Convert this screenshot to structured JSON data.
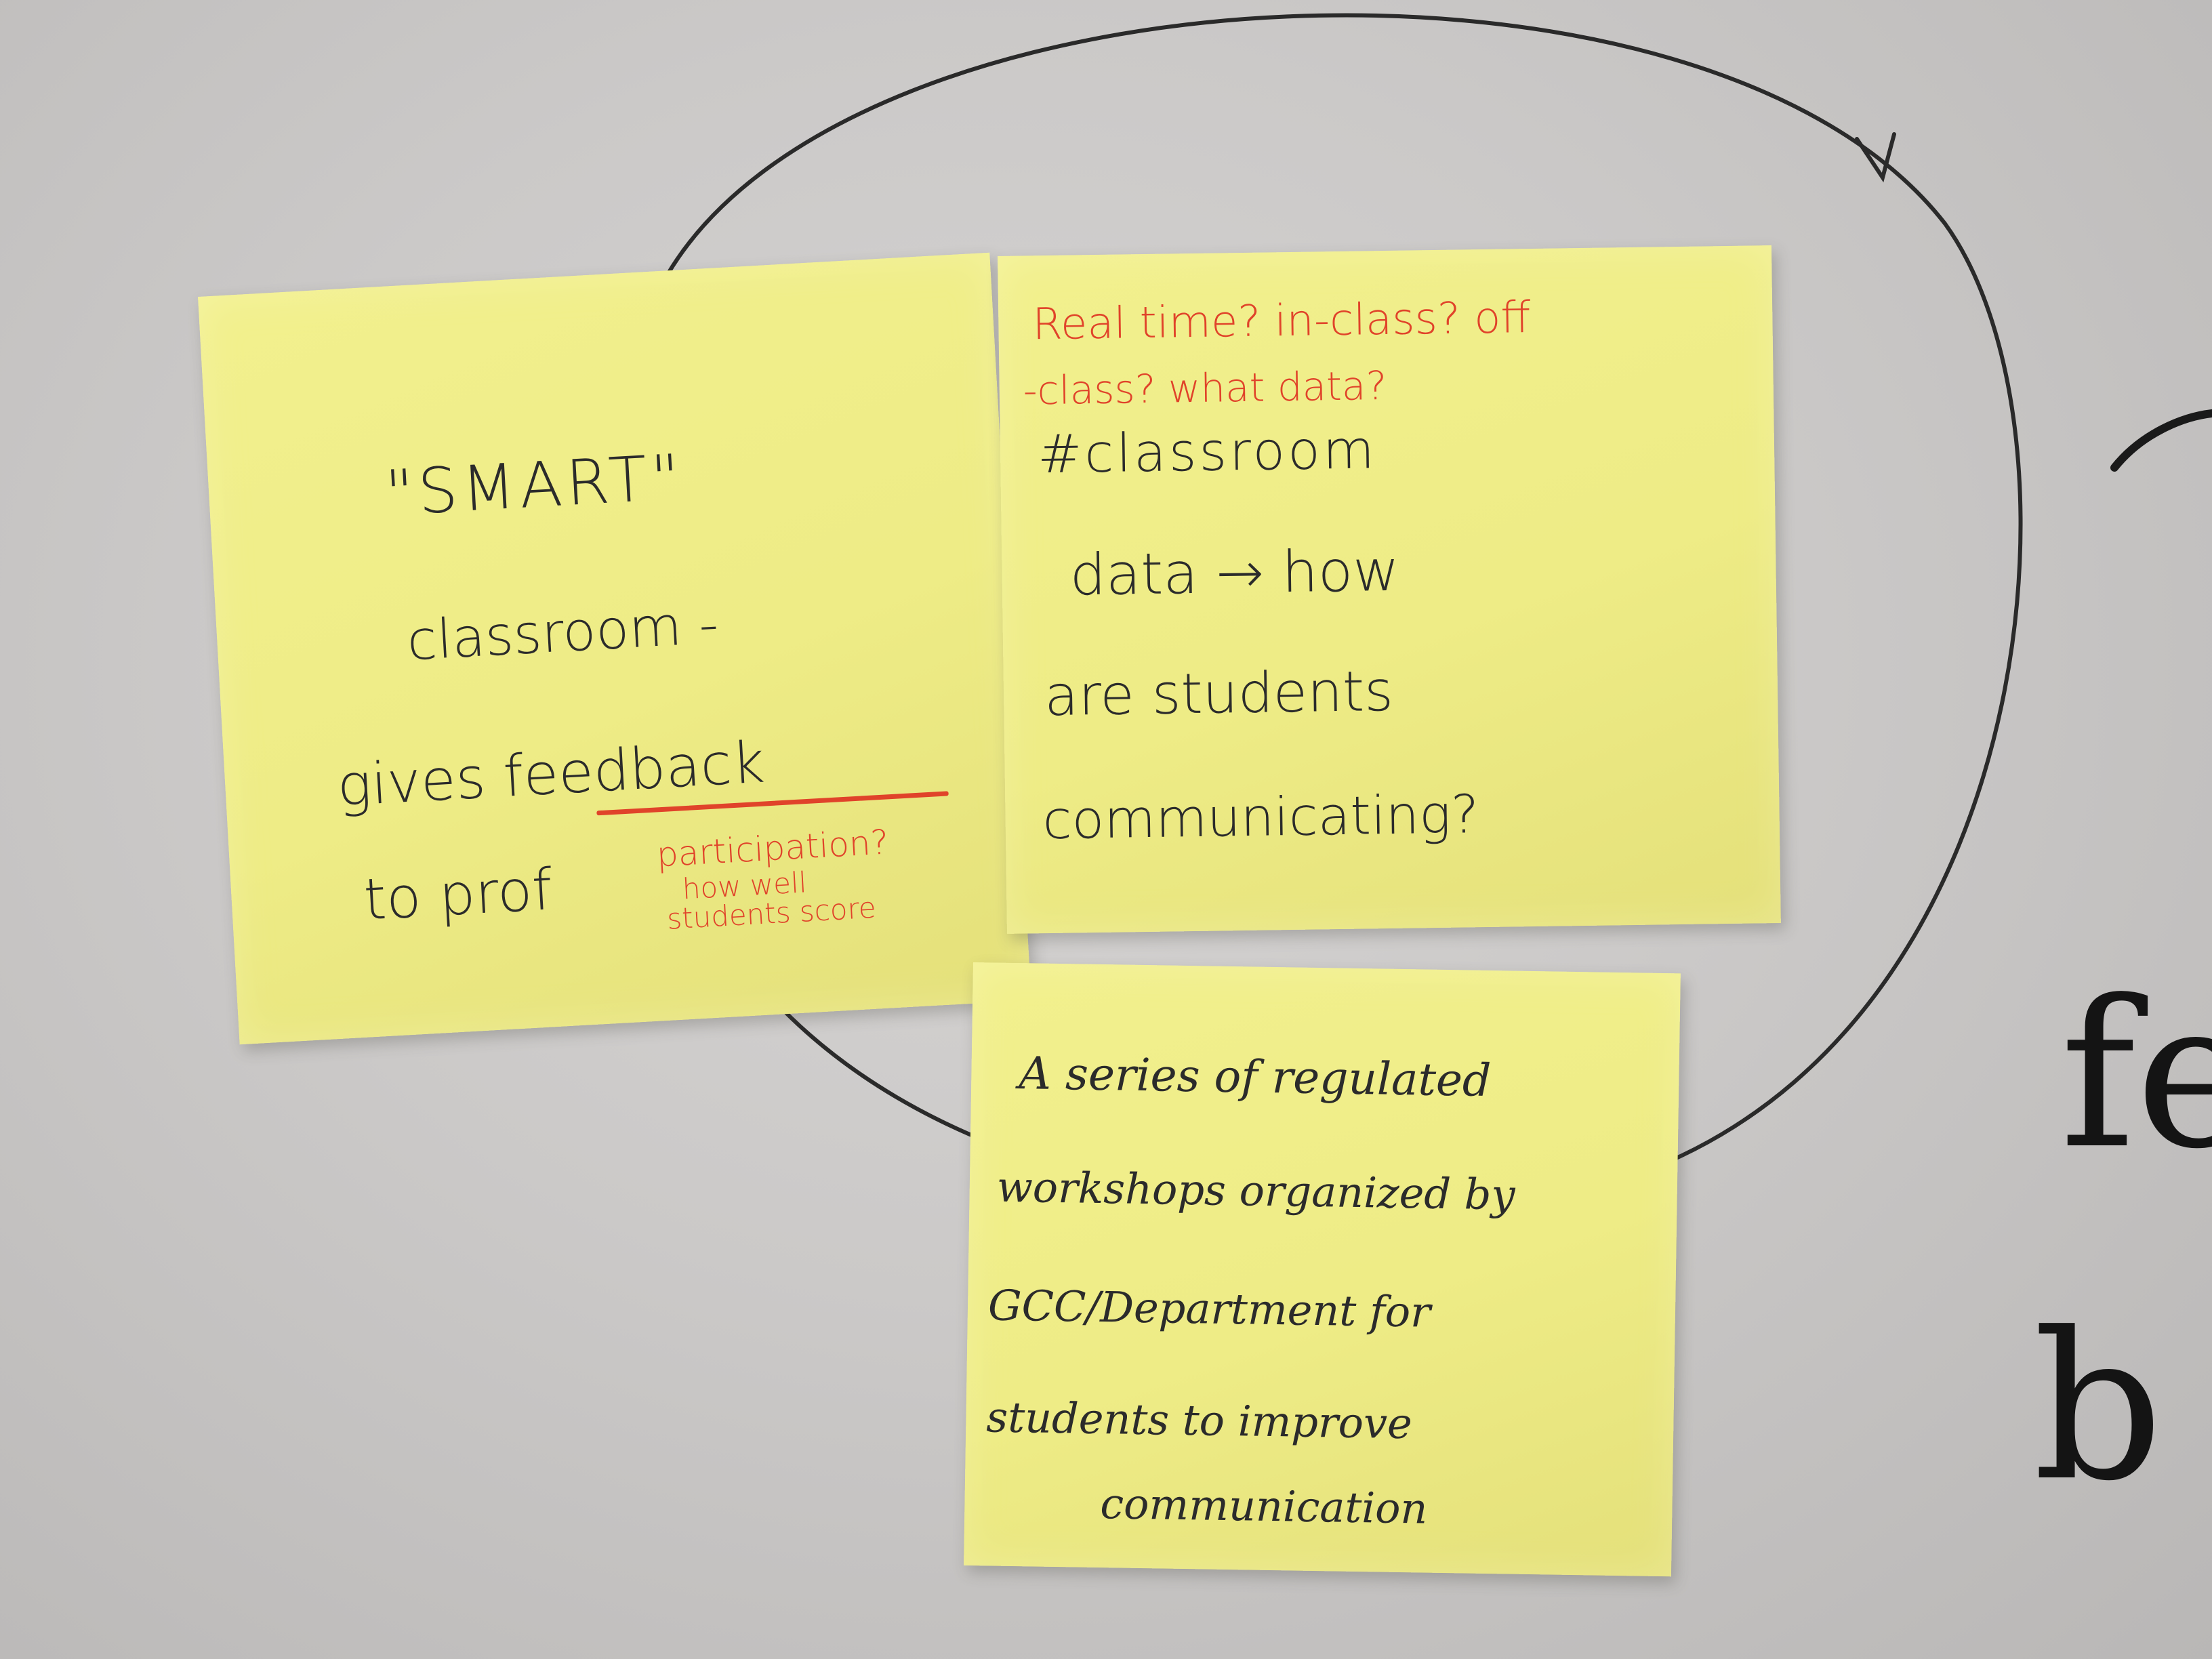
{
  "notes": [
    {
      "id": "smart-classroom",
      "lines": [
        "\"SMART\"",
        "classroom -",
        "gives feedback",
        "to prof"
      ],
      "red_lines": [
        "participation?",
        "how well",
        "students score"
      ]
    },
    {
      "id": "classroom-data",
      "red_lines": [
        "Real time? in-class? off",
        "-class? what data?"
      ],
      "lines": [
        "#classroom",
        "data → how",
        "are students",
        "communicating?"
      ]
    },
    {
      "id": "workshops",
      "lines": [
        "A series of regulated",
        "workshops organized by",
        "GCC/Department for",
        "students to improve",
        "communication"
      ]
    }
  ],
  "whiteboard_edge_text": [
    "fe",
    "b"
  ],
  "colors": {
    "note_yellow": "#eeec86",
    "ink_black": "#2b2b2b",
    "ink_red": "#e0432a",
    "whiteboard": "#cbc9c8"
  }
}
